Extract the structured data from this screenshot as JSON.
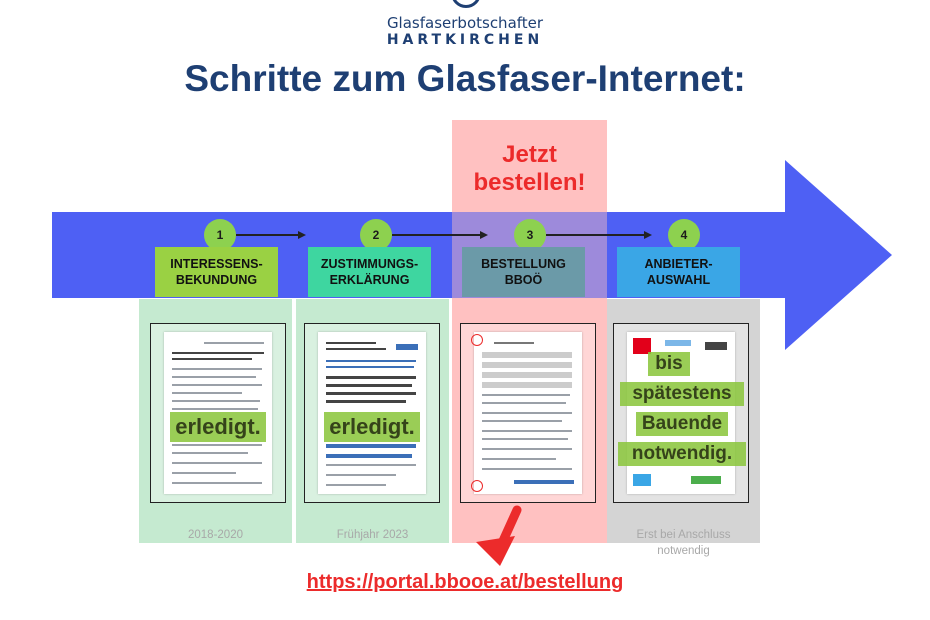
{
  "brand": {
    "line1": "Glasfaserbotschafter",
    "line2": "HARTKIRCHEN"
  },
  "title": "Schritte zum Glasfaser-Internet:",
  "cta": {
    "line1": "Jetzt",
    "line2": "bestellen!"
  },
  "steps": [
    {
      "number": "1",
      "label_line1": "INTERESSENS-",
      "label_line2": "BEKUNDUNG",
      "status": "erledigt.",
      "date": "2018-2020",
      "label_color": "#9ad143",
      "column_color": "#c5ead0"
    },
    {
      "number": "2",
      "label_line1": "ZUSTIMMUNGS-",
      "label_line2": "ERKLÄRUNG",
      "status": "erledigt.",
      "date": "Frühjahr 2023",
      "label_color": "#3ed6a0",
      "column_color": "#c5ead0"
    },
    {
      "number": "3",
      "label_line1": "BESTELLUNG",
      "label_line2": "BBOÖ",
      "status": "",
      "date": "",
      "label_color": "#6b9aa8",
      "column_color": "#ffc1c1"
    },
    {
      "number": "4",
      "label_line1": "ANBIETER-",
      "label_line2": "AUSWAHL",
      "status_lines": [
        "bis",
        "spätestens",
        "Bauende",
        "notwendig."
      ],
      "date_line1": "Erst bei Anschluss",
      "date_line2": "notwendig",
      "label_color": "#3aa6e6",
      "column_color": "#d4d4d4"
    }
  ],
  "url": "https://portal.bbooe.at/bestellung",
  "colors": {
    "title": "#1e3f73",
    "arrow": "#4557f3",
    "highlight": "#ffc1c1",
    "accent_red": "#ec2b2b",
    "step_circle": "#8dd14f"
  }
}
